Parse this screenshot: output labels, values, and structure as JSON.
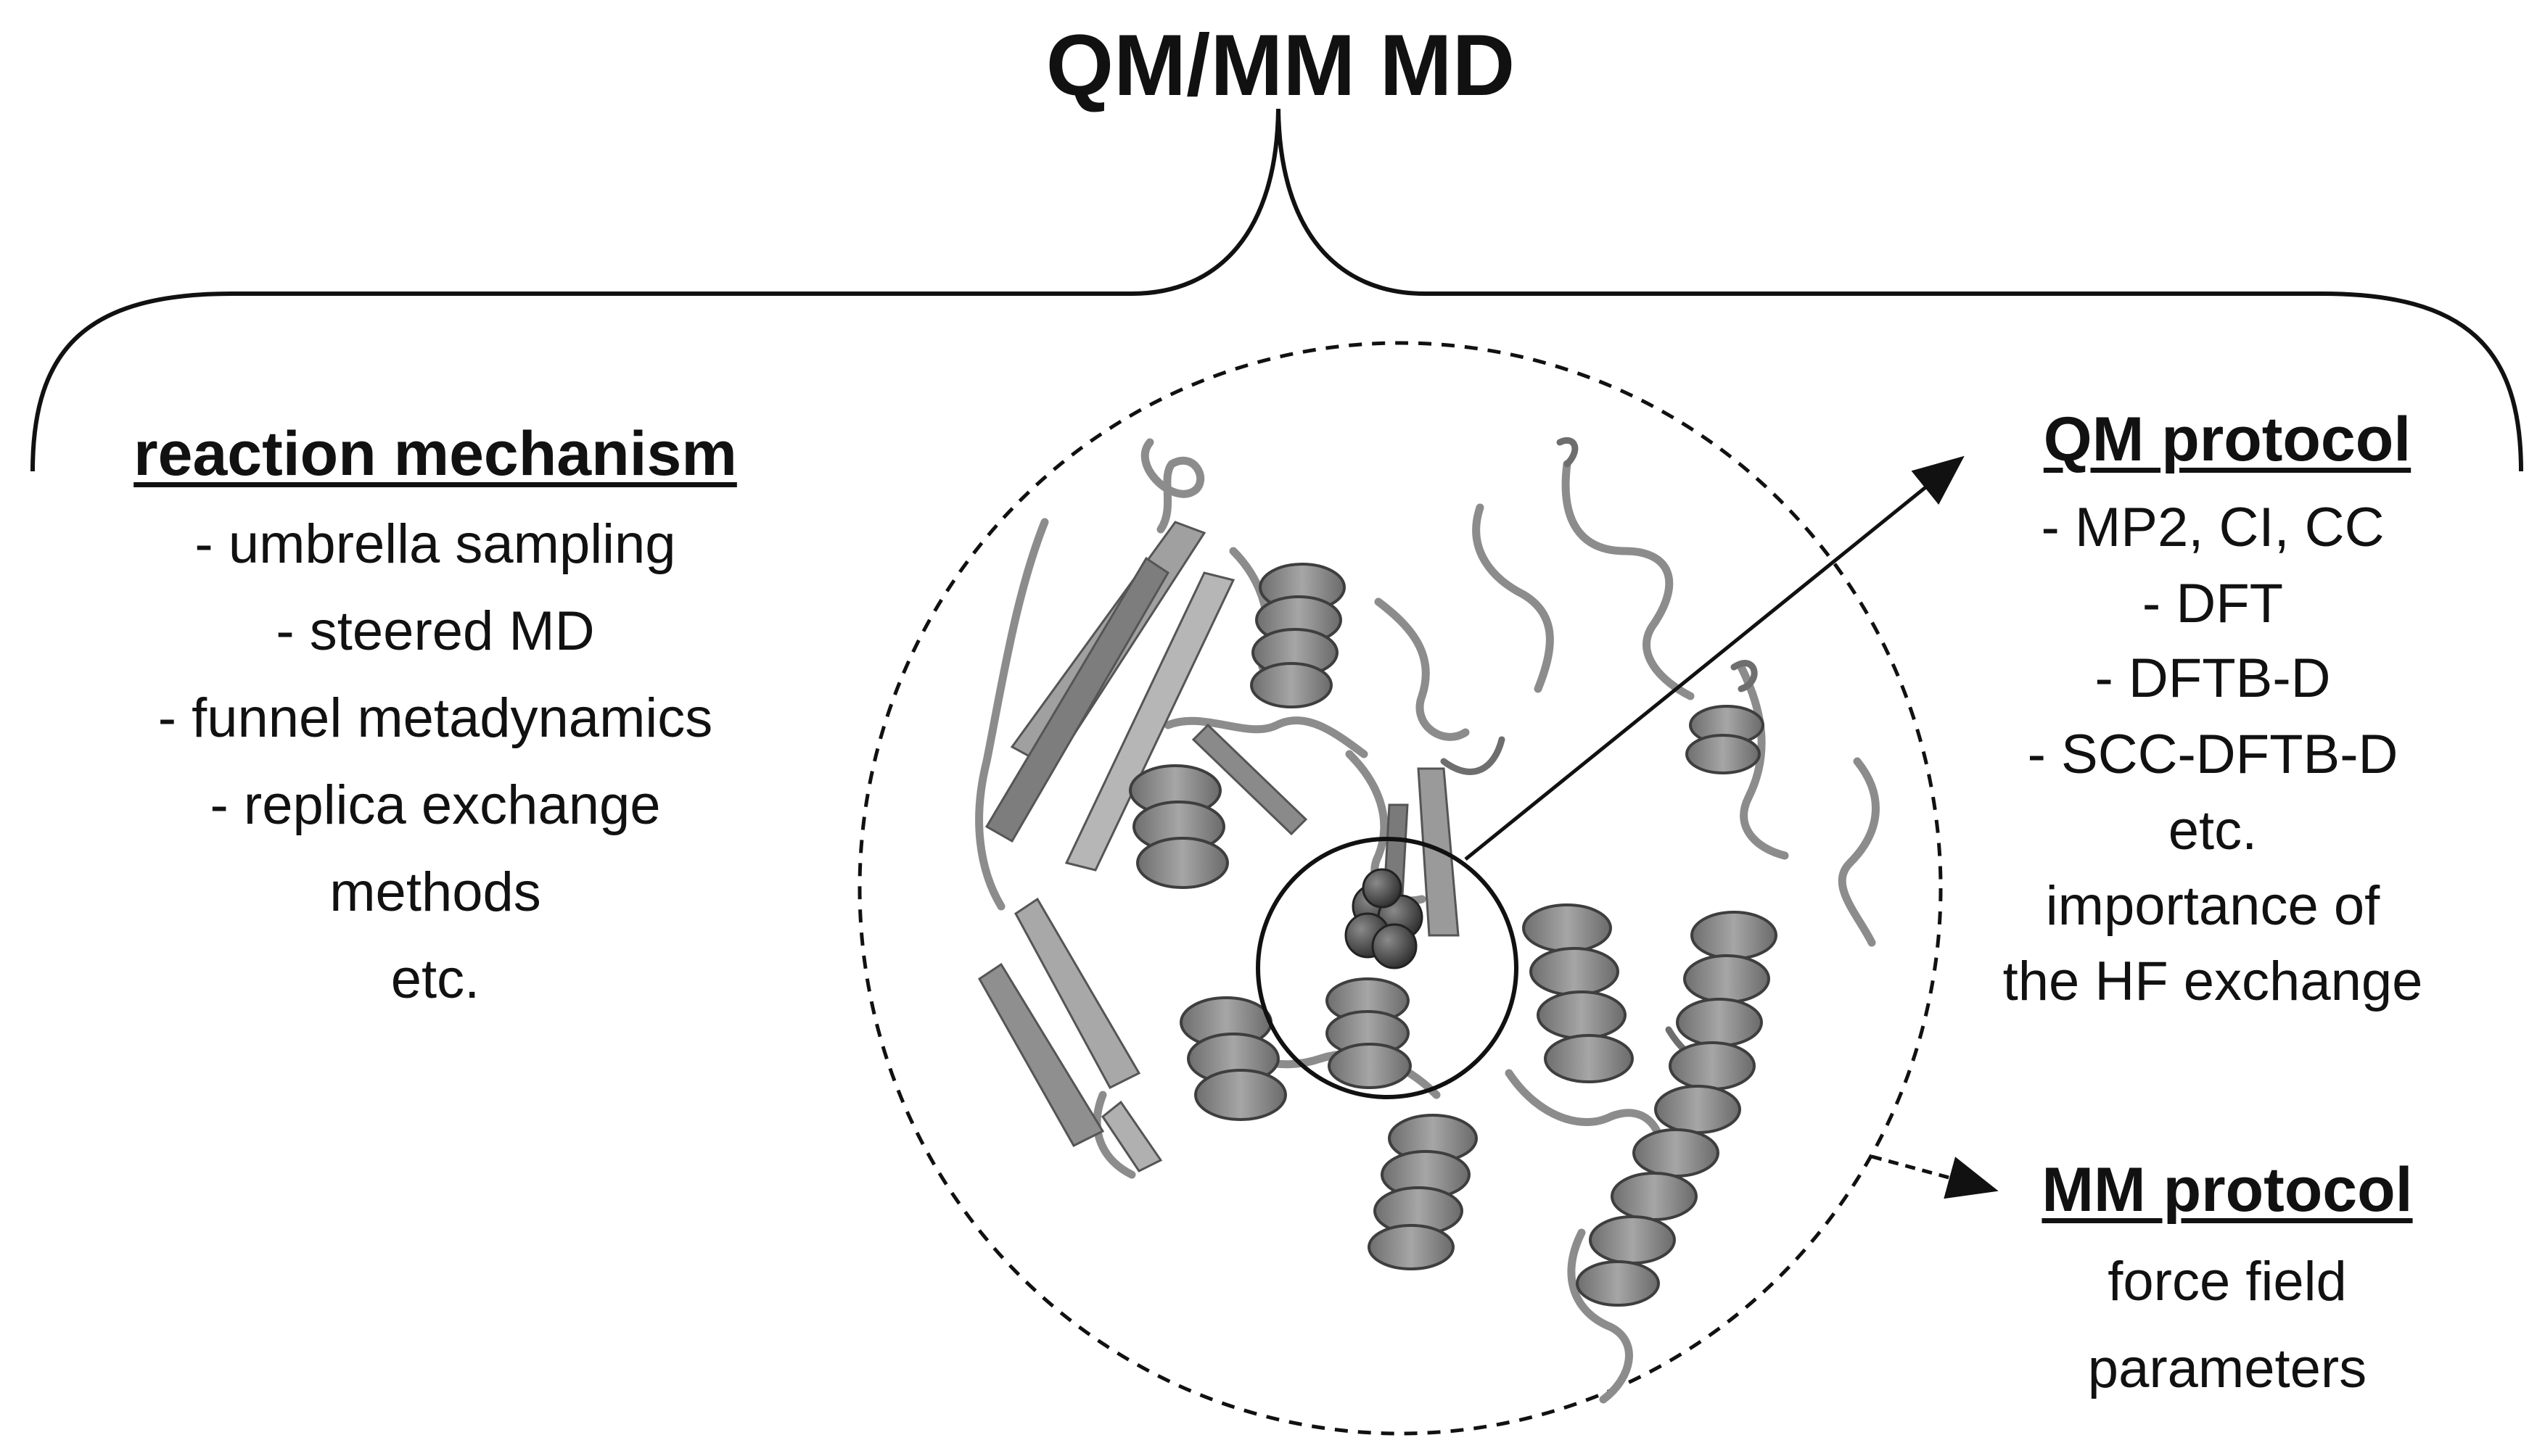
{
  "title": "QM/MM MD",
  "reaction_mechanism": {
    "heading": "reaction mechanism",
    "items": [
      "- umbrella sampling",
      "- steered MD",
      "- funnel metadynamics",
      "- replica exchange",
      "methods",
      "etc."
    ]
  },
  "qm_protocol": {
    "heading": "QM protocol",
    "items": [
      "- MP2, CI, CC",
      "- DFT",
      "- DFTB-D",
      "- SCC-DFTB-D",
      "etc.",
      "importance of",
      "the HF exchange"
    ]
  },
  "mm_protocol": {
    "heading": "MM protocol",
    "items": [
      "force field",
      "parameters"
    ]
  },
  "colors": {
    "line": "#111111",
    "protein_dark": "#5a5a5a",
    "protein_mid": "#8c8c8c",
    "protein_light": "#b4b4b4",
    "ligand": "#3a3a3a"
  },
  "icons": [
    "curly-brace",
    "protein-ribbon",
    "ligand-spheres",
    "arrow-head"
  ]
}
